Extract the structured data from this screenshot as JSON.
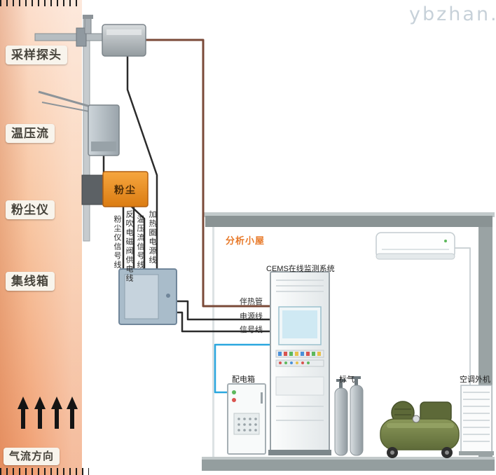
{
  "watermark": "ybzhan.cn",
  "stack_labels": {
    "probe": "采样探头",
    "tpf": "温压流",
    "dust_meter": "粉尘仪",
    "junction_box": "集线箱",
    "airflow": "气流方向"
  },
  "equipment_text": {
    "dust_meter_face": "粉尘"
  },
  "wire_labels": {
    "vertical": [
      "粉尘仪信号线",
      "反吹电磁阀供电线",
      "温压流信号线",
      "加热圈电源线"
    ],
    "heated_line": "伴热管",
    "power_line": "电源线",
    "signal_line": "信号线"
  },
  "shed": {
    "title": "分析小屋",
    "cems_system": "CEMS在线监测系统",
    "power_box": "配电箱",
    "standard_gas": "标气",
    "outdoor_ac": "空调外机"
  },
  "colors": {
    "stack_top": "#fcdfcd",
    "stack_bottom": "#f09e71",
    "accent_orange": "#e87a2a",
    "wire_black": "#2b2b2b",
    "wire_heated_brown": "#7a4a38",
    "wire_blue": "#2aa7df",
    "dust_meter_orange": "#e8891a",
    "shed_gray": "#8a9394"
  }
}
